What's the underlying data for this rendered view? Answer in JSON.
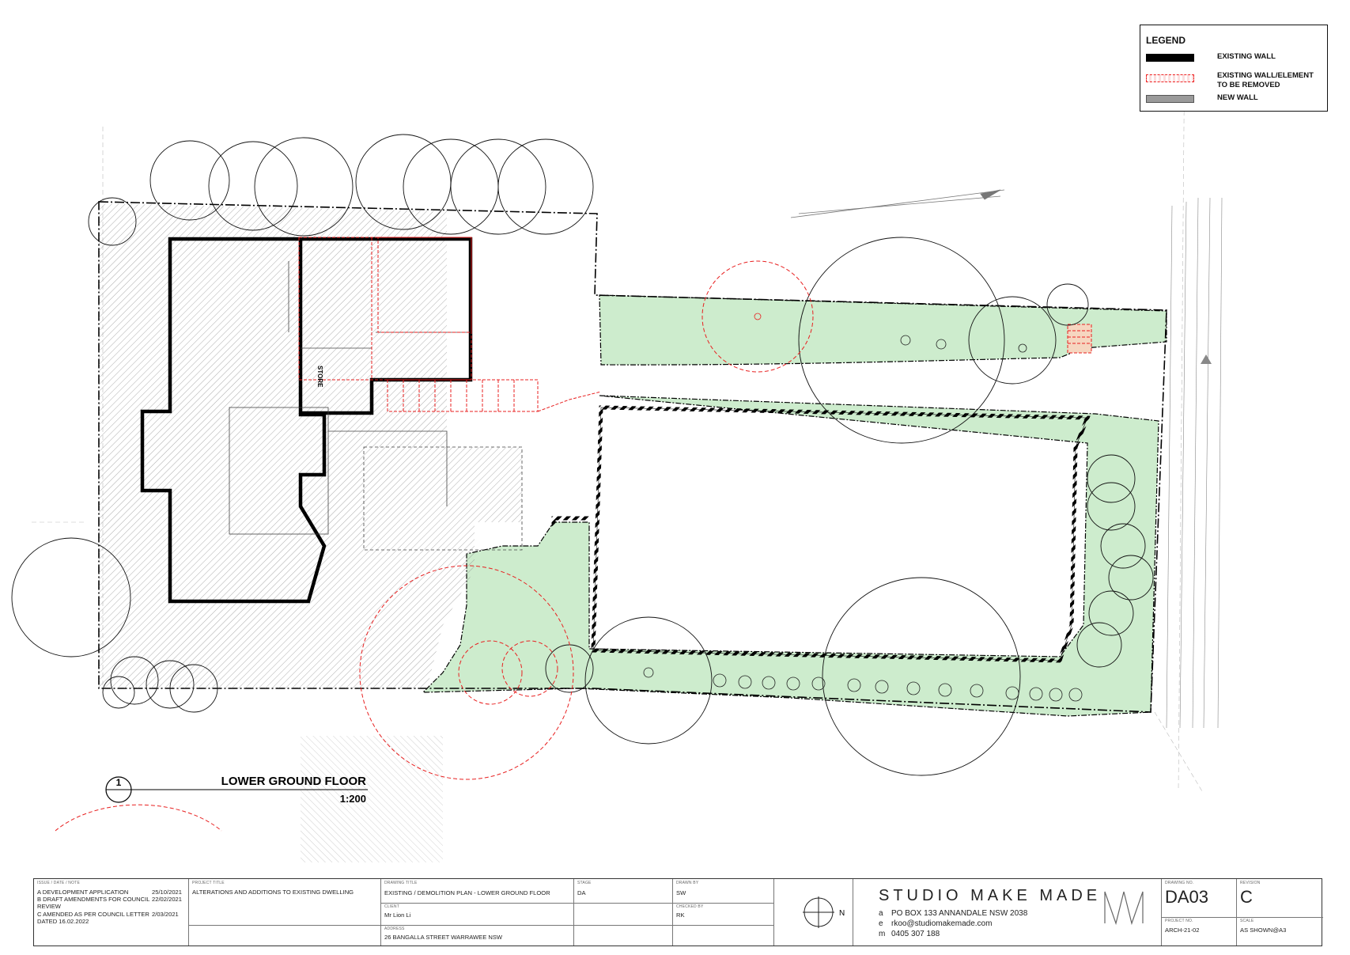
{
  "legend": {
    "title": "LEGEND",
    "items": [
      {
        "label": "EXISTING WALL",
        "swatch": "solid-black"
      },
      {
        "label": "EXISTING WALL/ELEMENT TO BE REMOVED",
        "swatch": "red-dashed"
      },
      {
        "label": "NEW WALL",
        "swatch": "grey"
      }
    ]
  },
  "drawing": {
    "view_number": "1",
    "view_title": "LOWER GROUND FLOOR",
    "scale": "1:200",
    "room_label": "STORE"
  },
  "colors": {
    "landscape": "#cdeccd",
    "existing_wall": "#000000",
    "removed": "#e82020",
    "hatch": "#8a8a8a"
  },
  "title_block": {
    "issues": [
      {
        "text": "A DEVELOPMENT APPLICATION",
        "date": "25/10/2021"
      },
      {
        "text": "B DRAFT AMENDMENTS FOR COUNCIL",
        "date": "22/02/2021"
      },
      {
        "text": "REVIEW",
        "date": ""
      },
      {
        "text": "C AMENDED AS PER COUNCIL LETTER",
        "date": "2/03/2021"
      },
      {
        "text": "DATED 16.02.2022",
        "date": ""
      }
    ],
    "project_title": "ALTERATIONS AND ADDITIONS TO EXISTING DWELLING",
    "drawing_title": "EXISTING / DEMOLITION PLAN - LOWER GROUND FLOOR",
    "client": "Mr Lion Li",
    "address": "26 BANGALLA STREET WARRAWEE NSW",
    "stage": "DA",
    "drawn_by": "SW",
    "checked_by": "RK",
    "studio": "STUDIO MAKE MADE",
    "contact": [
      {
        "key": "a",
        "value": "PO BOX 133 ANNANDALE NSW 2038"
      },
      {
        "key": "e",
        "value": "rkoo@studiomakemade.com"
      },
      {
        "key": "m",
        "value": "0405 307 188"
      }
    ],
    "drawing_no": "DA03",
    "revision": "C",
    "project_no": "ARCH-21-02",
    "scale": "AS SHOWN@A3",
    "north": "N"
  }
}
